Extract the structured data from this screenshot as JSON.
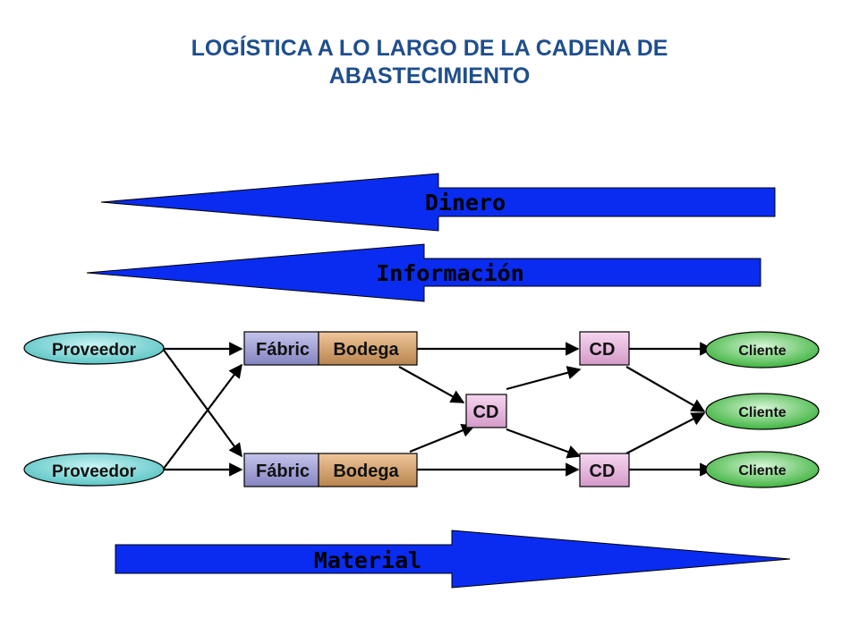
{
  "title": {
    "line1": "LOGÍSTICA A LO LARGO DE LA CADENA DE",
    "line2": "ABASTECIMIENTO"
  },
  "flows": {
    "money": "Dinero",
    "information": "Información",
    "material": "Material"
  },
  "nodes": {
    "supplier_top": "Proveedor",
    "supplier_bottom": "Proveedor",
    "factory_top": "Fábric",
    "factory_bottom": "Fábric",
    "warehouse_top": "Bodega",
    "warehouse_bottom": "Bodega",
    "dc_center": "CD",
    "dc_top": "CD",
    "dc_bottom": "CD",
    "client_1": "Cliente",
    "client_2": "Cliente",
    "client_3": "Cliente"
  },
  "colors": {
    "title": "#1f4e8c",
    "flow_arrow": "#0a2cf0",
    "supplier": "#7ed6d6",
    "factory": "#9a9ad0",
    "warehouse": "#d09a66",
    "dc": "#e8b4e0",
    "client": "#6ecf6e"
  }
}
